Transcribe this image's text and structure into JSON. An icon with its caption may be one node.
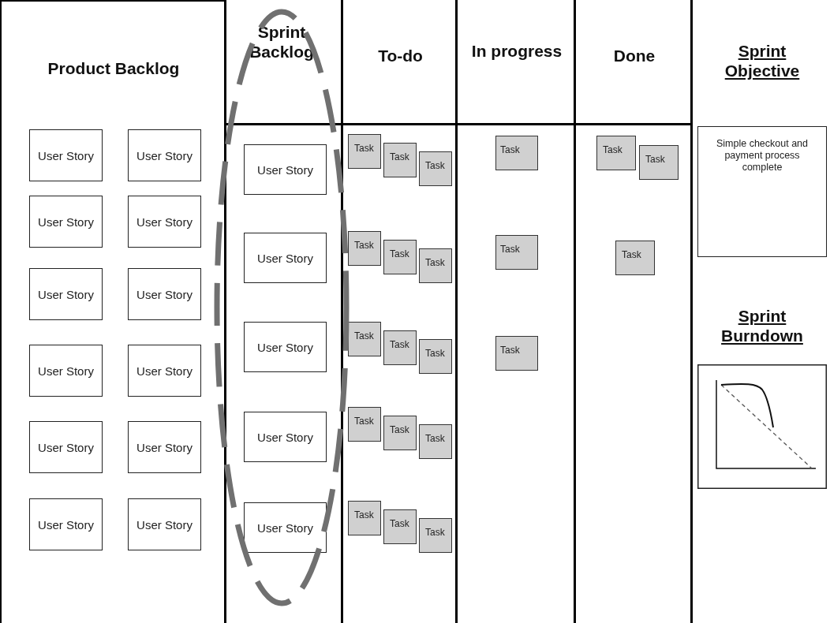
{
  "diagram": {
    "nodes": [
      {
        "text": [
          "Product Backlog"
        ]
      },
      {
        "text": [
          "Sprint Backlog"
        ]
      },
      {
        "text": [
          "To-do"
        ]
      },
      {
        "text": [
          "In progress"
        ]
      },
      {
        "text": [
          "Done"
        ]
      },
      {
        "text": [
          "Sprint Objective"
        ]
      },
      {
        "text": [
          "User Story"
        ],
        "in": 0
      },
      {
        "text": [
          "User Story"
        ],
        "in": 0
      },
      {
        "text": [
          "User Story"
        ],
        "in": 0
      },
      {
        "text": [
          "User Story"
        ],
        "in": 0
      },
      {
        "text": [
          "User Story"
        ],
        "in": 0
      },
      {
        "text": [
          "User Story"
        ],
        "in": 0
      },
      {
        "text": [
          "User Story"
        ],
        "in": 0
      },
      {
        "text": [
          "User Story"
        ],
        "in": 0
      },
      {
        "text": [
          "User Story"
        ],
        "in": 0
      },
      {
        "text": [
          "User Story"
        ],
        "in": 0
      },
      {
        "text": [
          "User Story"
        ],
        "in": 0
      },
      {
        "text": [
          "User Story"
        ],
        "in": 0
      },
      {
        "text": [
          "User Story"
        ],
        "in": 1
      },
      {
        "text": [
          "User Story"
        ],
        "in": 1
      },
      {
        "text": [
          "User Story"
        ],
        "in": 1
      },
      {
        "text": [
          "User Story"
        ],
        "in": 1
      },
      {
        "text": [
          "User Story"
        ],
        "in": 1
      },
      {
        "text": [
          "Task"
        ],
        "in": 2
      },
      {
        "text": [
          "Task"
        ],
        "in": 2
      },
      {
        "text": [
          "Task"
        ],
        "in": 2
      },
      {
        "text": [
          "Task"
        ],
        "in": 2
      },
      {
        "text": [
          "Task"
        ],
        "in": 2
      },
      {
        "text": [
          "Task"
        ],
        "in": 2
      },
      {
        "text": [
          "Task"
        ],
        "in": 2
      },
      {
        "text": [
          "Task"
        ],
        "in": 2
      },
      {
        "text": [
          "Task"
        ],
        "in": 2
      },
      {
        "text": [
          "Task"
        ],
        "in": 2
      },
      {
        "text": [
          "Task"
        ],
        "in": 2
      },
      {
        "text": [
          "Task"
        ],
        "in": 2
      },
      {
        "text": [
          "Task"
        ],
        "in": 2
      },
      {
        "text": [
          "Task"
        ],
        "in": 2
      },
      {
        "text": [
          "Task"
        ],
        "in": 2
      },
      {
        "text": [
          "Task"
        ],
        "in": 3
      },
      {
        "text": [
          "Task"
        ],
        "in": 3
      },
      {
        "text": [
          "Task"
        ],
        "in": 3
      },
      {
        "text": [
          "Task"
        ],
        "in": 4
      },
      {
        "text": [
          "Task"
        ],
        "in": 4
      },
      {
        "text": [
          "Task"
        ],
        "in": 4
      },
      {
        "text": [
          "Simple checkout and payment process complete"
        ],
        "in": 5
      },
      {
        "text": [
          "Sprint Burndown"
        ],
        "in": 5
      }
    ],
    "edges": []
  }
}
